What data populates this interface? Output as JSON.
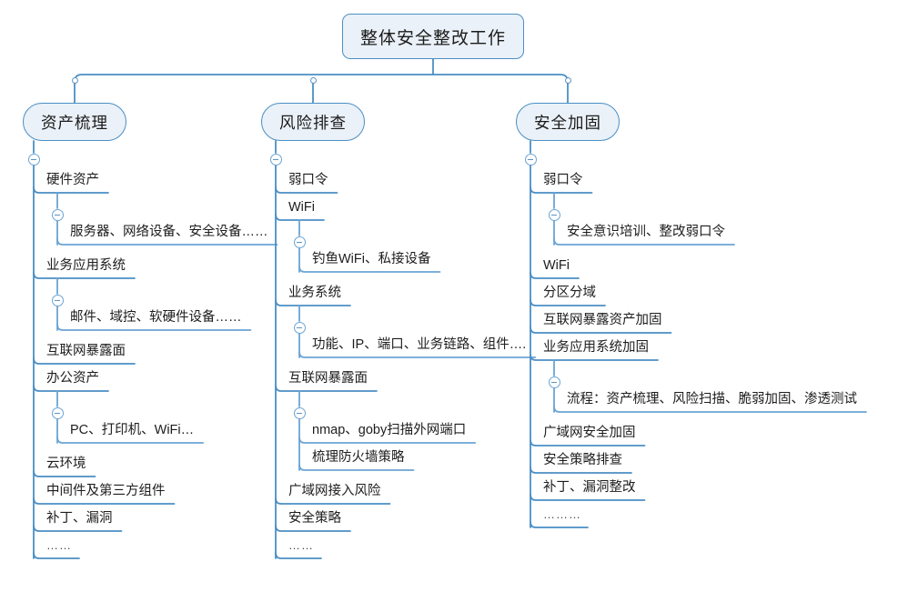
{
  "diagram": {
    "title": "整体安全整改工作",
    "type": "mind-map",
    "colors": {
      "node_fill": "#eaf1f8",
      "node_border": "#4b8fc4",
      "connector": "#4b8fc4",
      "connector_light": "#6ba4d4",
      "text": "#1d1d1d",
      "background": "#ffffff"
    }
  },
  "root": {
    "label": "整体安全整改工作"
  },
  "branches": [
    {
      "label": "资产梳理",
      "items": [
        {
          "label": "硬件资产",
          "children": [
            "服务器、网络设备、安全设备……"
          ]
        },
        {
          "label": "业务应用系统",
          "children": [
            "邮件、域控、软硬件设备……"
          ]
        },
        {
          "label": "互联网暴露面",
          "children": []
        },
        {
          "label": "办公资产",
          "children": [
            "PC、打印机、WiFi…"
          ]
        },
        {
          "label": "云环境",
          "children": []
        },
        {
          "label": "中间件及第三方组件",
          "children": []
        },
        {
          "label": "补丁、漏洞",
          "children": []
        },
        {
          "label": "……",
          "children": []
        }
      ]
    },
    {
      "label": "风险排查",
      "items": [
        {
          "label": "弱口令",
          "children": []
        },
        {
          "label": "WiFi",
          "children": [
            "钓鱼WiFi、私接设备"
          ]
        },
        {
          "label": "业务系统",
          "children": [
            "功能、IP、端口、业务链路、组件…."
          ]
        },
        {
          "label": "互联网暴露面",
          "children": [
            "nmap、goby扫描外网端口",
            "梳理防火墙策略"
          ]
        },
        {
          "label": "广域网接入风险",
          "children": []
        },
        {
          "label": "安全策略",
          "children": []
        },
        {
          "label": "……",
          "children": []
        }
      ]
    },
    {
      "label": "安全加固",
      "items": [
        {
          "label": "弱口令",
          "children": [
            "安全意识培训、整改弱口令"
          ]
        },
        {
          "label": "WiFi",
          "children": []
        },
        {
          "label": "分区分域",
          "children": []
        },
        {
          "label": "互联网暴露资产加固",
          "children": []
        },
        {
          "label": "业务应用系统加固",
          "children": [
            "流程：资产梳理、风险扫描、脆弱加固、渗透测试"
          ]
        },
        {
          "label": "广域网安全加固",
          "children": []
        },
        {
          "label": "安全策略排查",
          "children": []
        },
        {
          "label": "补丁、漏洞整改",
          "children": []
        },
        {
          "label": "………",
          "children": []
        }
      ]
    }
  ]
}
